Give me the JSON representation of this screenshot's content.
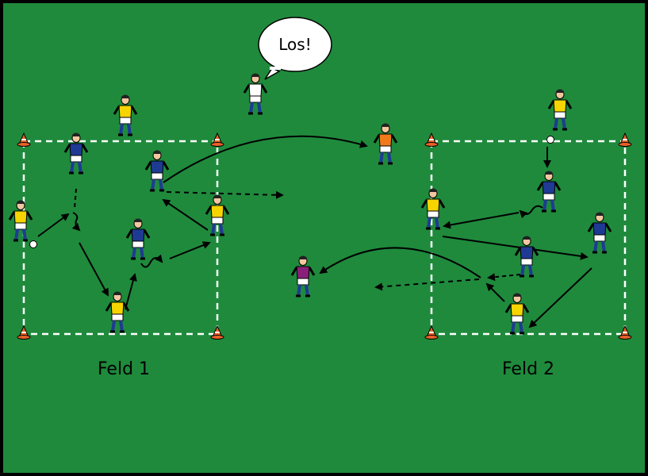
{
  "diagram": {
    "field_labels": [
      "Feld 1",
      "Feld 2"
    ],
    "speech_bubble": "Los!"
  },
  "colors": {
    "pitch": "#1f8a3c",
    "border": "#000000",
    "lines": "#ffffff",
    "blue_team": "#1f3a93",
    "yellow_bib": "#f5d400",
    "coach": "#ffffff",
    "goalkeeper_orange": "#f07a1a",
    "goalkeeper_purple": "#8a1f7a",
    "cone": "#e8622a"
  },
  "icons": [
    "soccer-player-icon",
    "cone-icon",
    "ball-icon",
    "coach-icon",
    "goalkeeper-icon",
    "arrow-icon"
  ]
}
